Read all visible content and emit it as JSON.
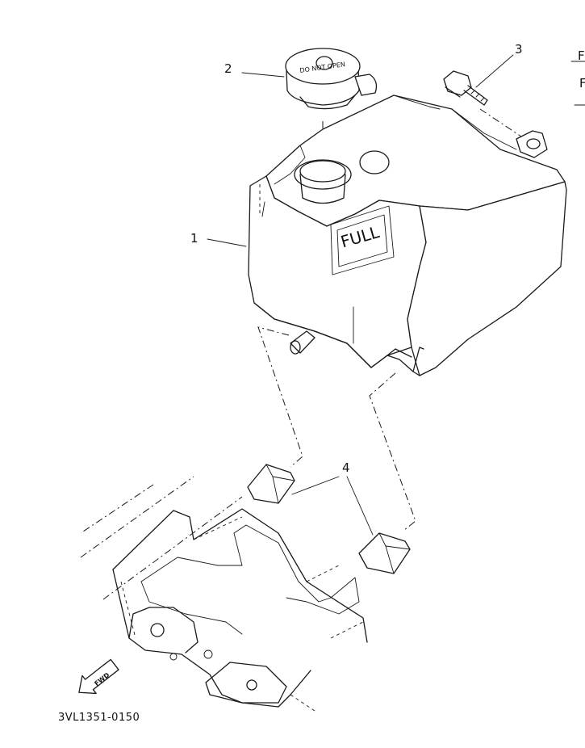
{
  "labels": {
    "tank": "1",
    "cap": "2",
    "bolt": "3",
    "damper": "4"
  },
  "tank_marking": "FULL",
  "cap_lettering": "DO NOT OPEN",
  "direction_arrow": "FWD",
  "drawing_code": "3VL1351-0150",
  "edge_fragments": [
    "F",
    "F"
  ]
}
